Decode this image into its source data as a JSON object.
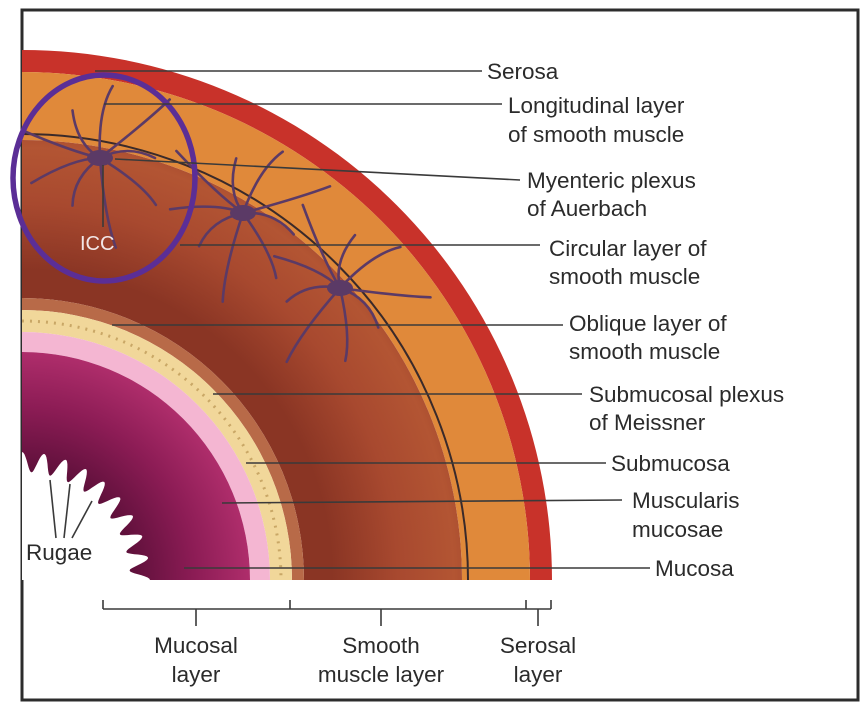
{
  "labels": {
    "serosa": "Serosa",
    "longitudinal_1": "Longitudinal layer",
    "longitudinal_2": "of smooth muscle",
    "myenteric_1": "Myenteric plexus",
    "myenteric_2": "of Auerbach",
    "circular_1": "Circular layer of",
    "circular_2": "smooth muscle",
    "oblique_1": "Oblique layer of",
    "oblique_2": "smooth muscle",
    "submucosal_plexus_1": "Submucosal plexus",
    "submucosal_plexus_2": "of Meissner",
    "submucosa": "Submucosa",
    "muscularis_1": "Muscularis",
    "muscularis_2": "mucosae",
    "mucosa": "Mucosa",
    "rugae": "Rugae",
    "icc": "ICC"
  },
  "brackets": {
    "mucosal_1": "Mucosal",
    "mucosal_2": "layer",
    "smooth_1": "Smooth",
    "smooth_2": "muscle layer",
    "serosal_1": "Serosal",
    "serosal_2": "layer"
  },
  "colors": {
    "serosa": "#c8322a",
    "longitudinal": "#e0893a",
    "circular": "#9c3f2a",
    "oblique": "#b86a48",
    "submucosa": "#f1d79a",
    "muscularis_mucosae": "#f4b6d2",
    "mucosa_outer": "#d9488a",
    "mucosa_inner": "#8c1c55",
    "lumen_dark": "#5a0f38",
    "icc_cell": "#5b3a66",
    "highlight_circle": "#5b2e96"
  }
}
